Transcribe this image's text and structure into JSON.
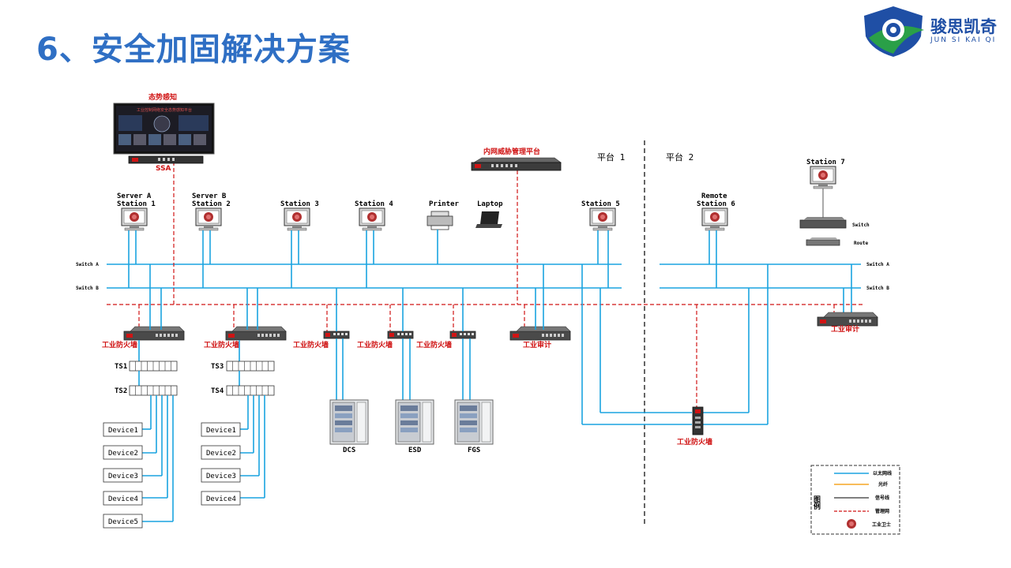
{
  "title": "6、安全加固解决方案",
  "logo": {
    "name_cn": "骏思凯奇",
    "name_en": "JUN SI KAI QI"
  },
  "ssa": {
    "title": "态势感知",
    "screen_text": "工业控制网络安全态势感知平台",
    "device": "SSA"
  },
  "threat_platform": "内网威胁管理平台",
  "platforms": {
    "p1": "平台 1",
    "p2": "平台 2"
  },
  "stations": [
    {
      "line1": "Server A",
      "line2": "Station 1"
    },
    {
      "line1": "Server B",
      "line2": "Station 2"
    },
    {
      "line1": "",
      "line2": "Station 3"
    },
    {
      "line1": "",
      "line2": "Station 4"
    },
    {
      "line1": "",
      "line2": "Station 5"
    },
    {
      "line1": "Remote",
      "line2": "Station 6"
    },
    {
      "line1": "",
      "line2": "Station 7"
    }
  ],
  "printer": "Printer",
  "laptop": "Laptop",
  "switch_labels": {
    "a": "Switch A",
    "b": "Switch B",
    "a2": "Switch A",
    "b2": "Switch B"
  },
  "station7_devices": {
    "switch": "Switch",
    "router": "Route"
  },
  "firewalls": [
    "工业防火墙",
    "工业防火墙",
    "工业防火墙",
    "工业防火墙",
    "工业防火墙"
  ],
  "audits": [
    "工业审计",
    "工业审计"
  ],
  "field_firewall": "工业防火墙",
  "terminal_strips": [
    "TS1",
    "TS2",
    "TS3",
    "TS4"
  ],
  "devices_left": [
    "Device1",
    "Device2",
    "Device3",
    "Device4",
    "Device5"
  ],
  "devices_right": [
    "Device1",
    "Device2",
    "Device3",
    "Device4"
  ],
  "cabinets": [
    "DCS",
    "ESD",
    "FGS"
  ],
  "legend": {
    "title": "图例",
    "items": [
      {
        "label": "以太网线",
        "color": "#1aa3e0"
      },
      {
        "label": "光纤",
        "color": "#f5a623"
      },
      {
        "label": "信号线",
        "color": "#555555"
      },
      {
        "label": "管理网",
        "color": "#d01414"
      },
      {
        "label": "工业卫士",
        "color": "#b03030"
      }
    ]
  }
}
